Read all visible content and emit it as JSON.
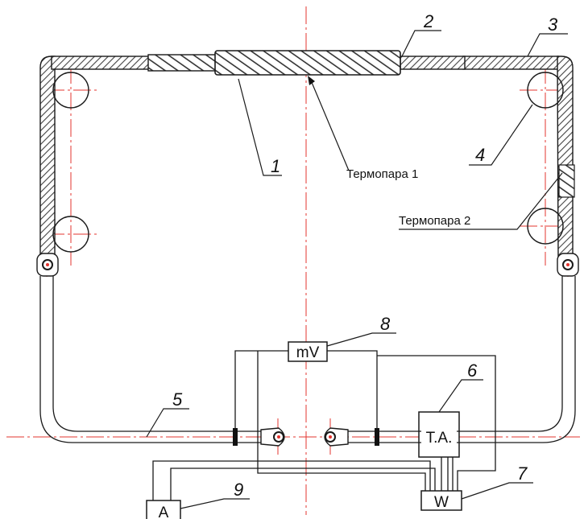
{
  "colors": {
    "line": "#1a1a1a",
    "axis": "#e3342f",
    "hatch": "#555555"
  },
  "callouts": {
    "n1": "1",
    "n2": "2",
    "n3": "3",
    "n4": "4",
    "n5": "5",
    "n6": "6",
    "n7": "7",
    "n8": "8",
    "n9": "9"
  },
  "labels": {
    "thermocouple1": "Термопара 1",
    "thermocouple2": "Термопара 2"
  },
  "instruments": {
    "millivoltmeter": "mV",
    "current_transformer": "T.A.",
    "wattmeter": "W",
    "ammeter": "A"
  }
}
